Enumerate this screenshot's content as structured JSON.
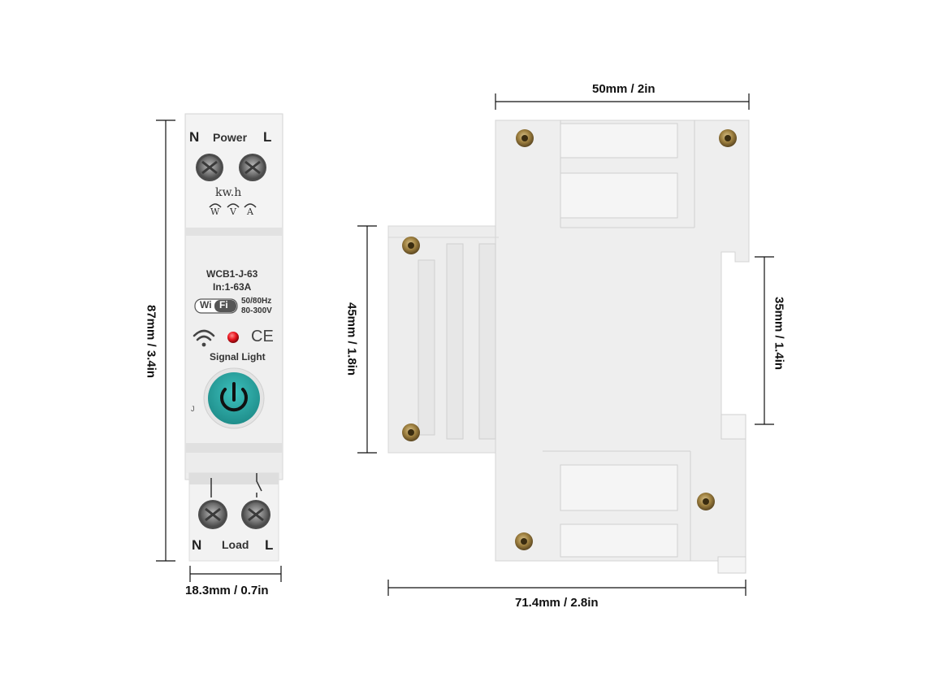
{
  "dimensions": {
    "front_height": "87mm / 3.4in",
    "front_width": "18.3mm / 0.7in",
    "side_top_width": "50mm / 2in",
    "side_mid_height": "45mm / 1.8in",
    "side_rail_height": "35mm / 1.4in",
    "side_total_width": "71.4mm / 2.8in"
  },
  "front": {
    "top_left_terminal": "N",
    "top_title": "Power",
    "top_right_terminal": "L",
    "meter_unit": "kw.h",
    "meter_indicators": [
      "W",
      "V",
      "A"
    ],
    "model": "WCB1-J-63",
    "rating": "In:1-63A",
    "wifi_left": "Wi",
    "wifi_right": "Fi",
    "frequency": "50/80Hz",
    "voltage": "80-300V",
    "ce_mark": "CE",
    "signal_label": "Signal Light",
    "side_mark": "J",
    "bottom_left_terminal": "N",
    "bottom_title": "Load",
    "bottom_right_terminal": "L"
  },
  "colors": {
    "housing": "#ececec",
    "housing_shadow": "#d8d8d8",
    "power_button": "#2aa6a3",
    "signal_led": "#e8141e",
    "dimension_line": "#111111",
    "screw": "#8a8a8a",
    "brass_screw": "#a88a4c"
  }
}
